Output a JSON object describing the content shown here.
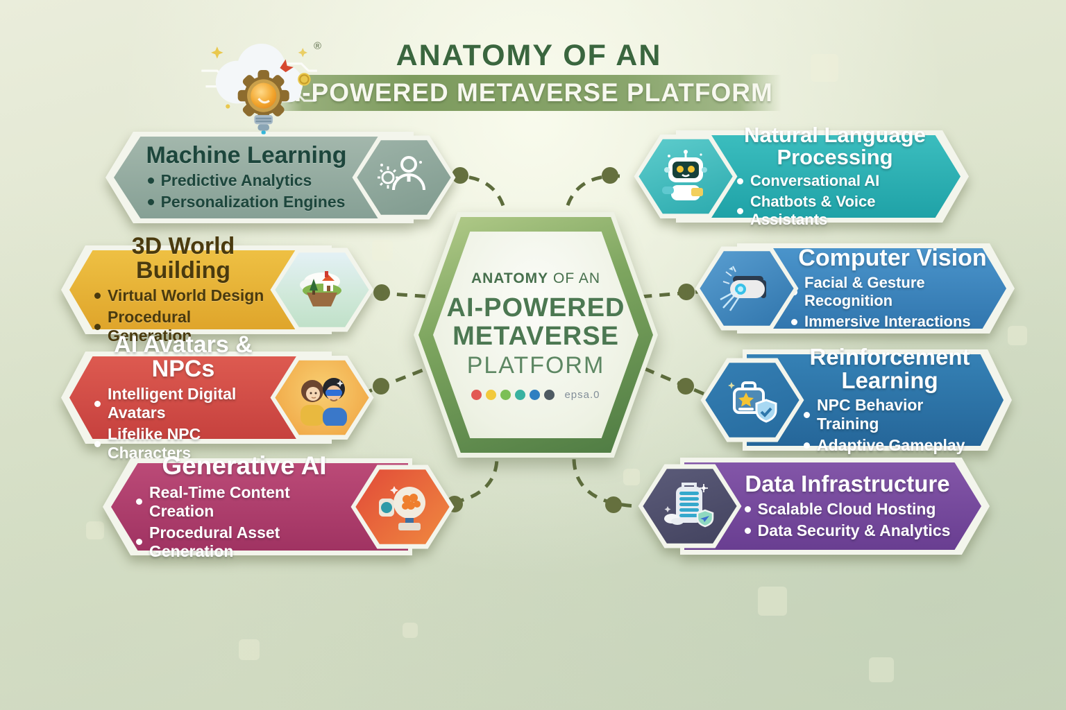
{
  "header": {
    "title_line1": "ANATOMY OF AN",
    "title_line2": "AI-POWERED METAVERSE PLATFORM",
    "registered": "®",
    "logo": "cloud-gear-lightbulb"
  },
  "center": {
    "line1_strong": "ANATOMY",
    "line1_rest": " OF AN",
    "line2": "AI-POWERED",
    "line3": "METAVERSE",
    "line4": "PLATFORM",
    "caption": "epsa.0",
    "dot_colors": [
      "#e25853",
      "#f2c93c",
      "#7cbf56",
      "#38b2a0",
      "#2f7fc1",
      "#4e5a63"
    ]
  },
  "modules": [
    {
      "id": "machine-learning",
      "title": "Machine Learning",
      "bullets": [
        "Predictive Analytics",
        "Personalization Engines"
      ],
      "icon": "person-gauge-gear-icon",
      "colors": {
        "bg1": "#a3b7ac",
        "bg2": "#86a095",
        "text": "#1d463c"
      }
    },
    {
      "id": "3d-world-building",
      "title": "3D World Building",
      "bullets": [
        "Virtual World Design",
        "Procedural Generation"
      ],
      "icon": "floating-island-icon",
      "colors": {
        "bg1": "#eec043",
        "bg2": "#dfa52b",
        "text": "#4a3a0e"
      }
    },
    {
      "id": "ai-avatars-npcs",
      "title": "AI Avatars & NPCs",
      "bullets": [
        "Intelligent Digital Avatars",
        "Lifelike NPC Characters"
      ],
      "icon": "avatar-faces-icon",
      "colors": {
        "bg1": "#dd5a50",
        "bg2": "#c6413e",
        "text": "#ffffff"
      }
    },
    {
      "id": "generative-ai",
      "title": "Generative AI",
      "bullets": [
        "Real-Time Content Creation",
        "Procedural Asset Generation"
      ],
      "icon": "ai-head-brain-icon",
      "colors": {
        "bg1": "#bb4a77",
        "bg2": "#a03362",
        "text": "#ffffff"
      }
    },
    {
      "id": "natural-language-processing",
      "title": "Natural Language Processing",
      "bullets": [
        "Conversational AI",
        "Chatbots & Voice Assistants"
      ],
      "icon": "chatbot-robot-icon",
      "colors": {
        "bg1": "#3bbdbe",
        "bg2": "#1fa2a7",
        "text": "#ffffff"
      }
    },
    {
      "id": "computer-vision",
      "title": "Computer Vision",
      "bullets": [
        "Facial & Gesture Recognition",
        "Immersive Interactions"
      ],
      "icon": "vr-headset-icon",
      "colors": {
        "bg1": "#4a94cb",
        "bg2": "#3176ae",
        "text": "#ffffff"
      }
    },
    {
      "id": "reinforcement-learning",
      "title": "Reinforcement Learning",
      "bullets": [
        "NPC Behavior Training",
        "Adaptive Gameplay"
      ],
      "icon": "reward-case-shield-icon",
      "colors": {
        "bg1": "#3581b5",
        "bg2": "#256699",
        "text": "#ffffff"
      }
    },
    {
      "id": "data-infrastructure",
      "title": "Data Infrastructure",
      "bullets": [
        "Scalable Cloud Hosting",
        "Data Security & Analytics"
      ],
      "icon": "server-shield-icon",
      "colors": {
        "bg1": "#8356a8",
        "bg2": "#693e91",
        "text": "#ffffff"
      }
    }
  ]
}
